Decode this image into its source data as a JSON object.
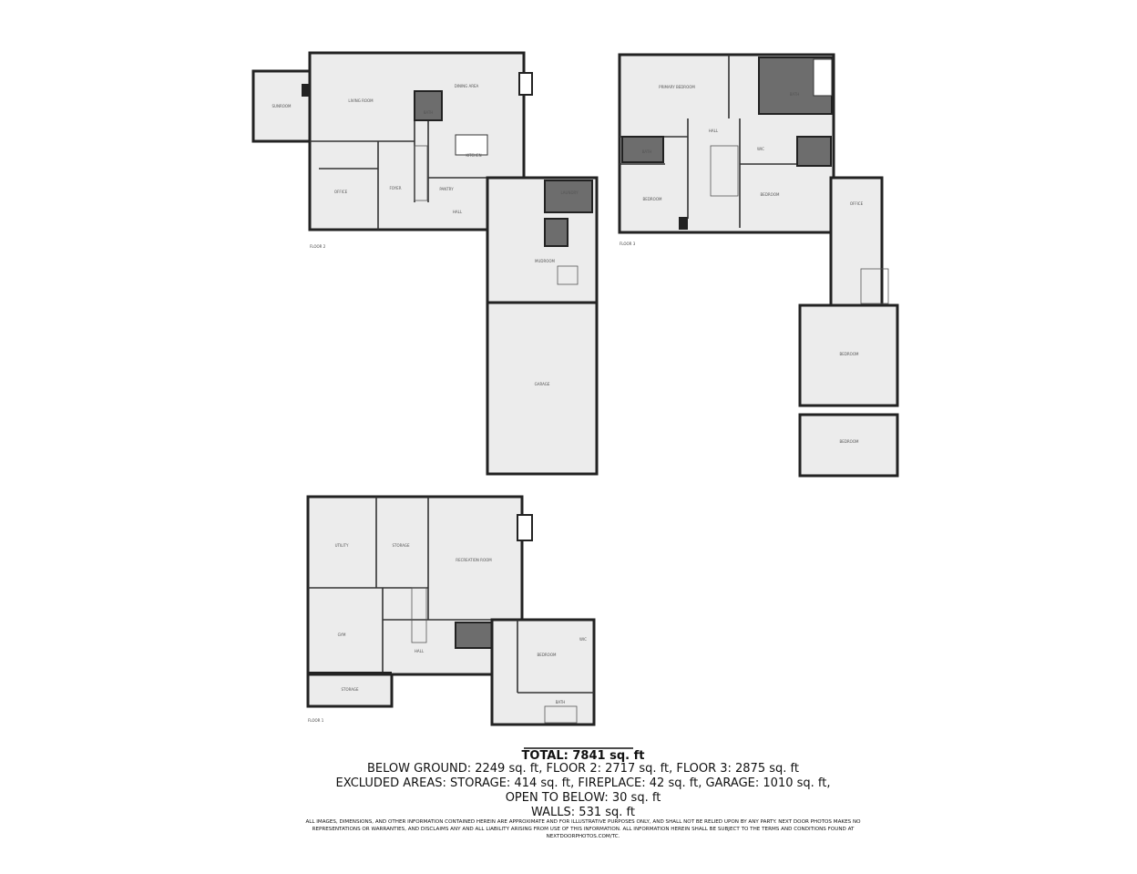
{
  "floors": {
    "floor2": {
      "label": "FLOOR 2",
      "rooms": [
        "SUNROOM",
        "LIVING ROOM",
        "DINING AREA",
        "KITCHEN",
        "OFFICE",
        "FOYER",
        "HALL",
        "PANTRY",
        "BATH",
        "LAUNDRY",
        "MUDROOM",
        "GARAGE"
      ]
    },
    "floor3": {
      "label": "FLOOR 3",
      "rooms": [
        "PRIMARY BEDROOM",
        "BEDROOM",
        "BEDROOM",
        "HALL",
        "BATH",
        "WIC",
        "BATH",
        "OFFICE",
        "BEDROOM",
        "BEDROOM"
      ]
    },
    "floor1": {
      "label": "FLOOR 1",
      "rooms": [
        "UTILITY",
        "STORAGE",
        "RECREATION ROOM",
        "GYM",
        "HALL",
        "BEDROOM",
        "STORAGE",
        "BATH",
        "WIC"
      ]
    }
  },
  "summary": {
    "total": "TOTAL: 7841 sq. ft",
    "line1": "BELOW GROUND: 2249 sq. ft, FLOOR 2: 2717 sq. ft, FLOOR 3: 2875 sq. ft",
    "line2": "EXCLUDED AREAS: STORAGE: 414 sq. ft, FIREPLACE: 42 sq. ft, GARAGE: 1010 sq. ft,",
    "line3": "OPEN TO BELOW: 30 sq. ft",
    "line4": "WALLS: 531 sq. ft",
    "disclaimer": "ALL IMAGES, DIMENSIONS, AND OTHER INFORMATION CONTAINED HEREIN ARE APPROXIMATE AND FOR ILLUSTRATIVE PURPOSES ONLY, AND SHALL NOT BE RELIED UPON BY ANY PARTY. NEXT DOOR PHOTOS MAKES NO REPRESENTATIONS OR WARRANTIES, AND DISCLAIMS ANY AND ALL LIABILITY ARISING FROM USE OF THIS INFORMATION. ALL INFORMATION HEREIN SHALL BE SUBJECT TO THE TERMS AND CONDITIONS FOUND AT NEXTDOORPHOTOS.COM/TC."
  }
}
